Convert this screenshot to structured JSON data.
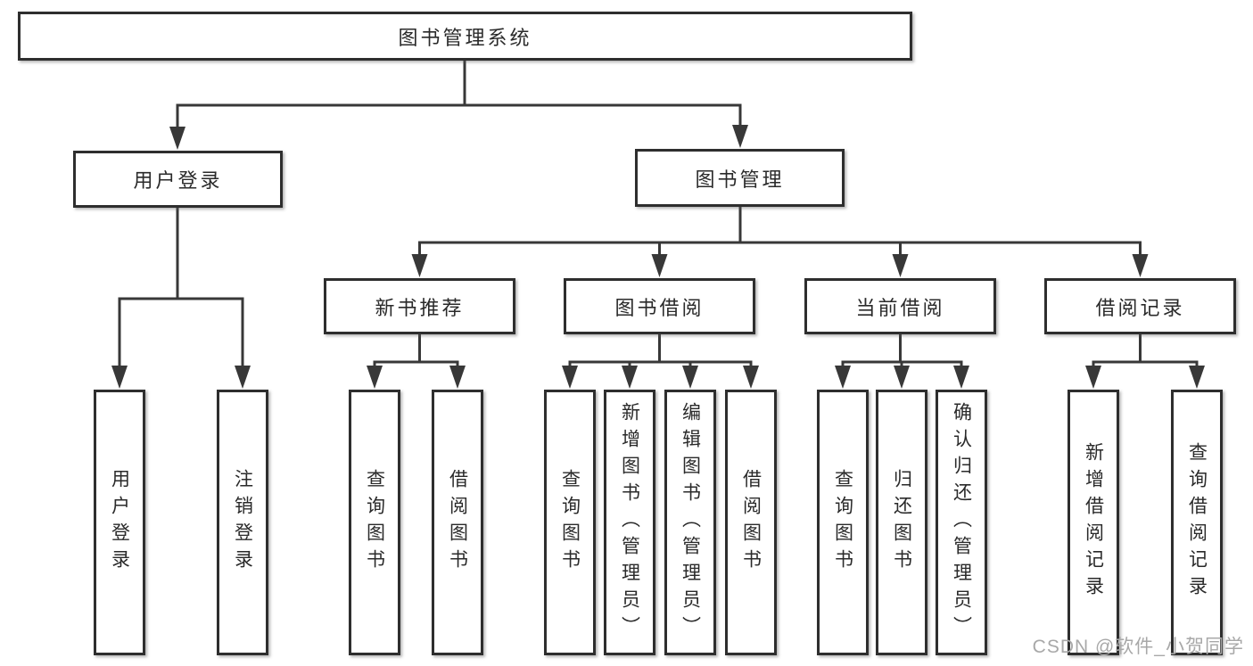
{
  "diagram": {
    "root": {
      "label": "图书管理系统"
    },
    "level2": {
      "user_login": {
        "label": "用户登录"
      },
      "book_management": {
        "label": "图书管理"
      }
    },
    "level3": {
      "new_book_recommendation": {
        "label": "新书推荐"
      },
      "book_borrowing": {
        "label": "图书借阅"
      },
      "current_borrowing": {
        "label": "当前借阅"
      },
      "borrowing_records": {
        "label": "借阅记录"
      }
    },
    "level4": {
      "user_login_children": [
        "用户登录",
        "注销登录"
      ],
      "new_book_recommendation_children": [
        "查询图书",
        "借阅图书"
      ],
      "book_borrowing_children": [
        "查询图书",
        "新增图书（管理员）",
        "编辑图书（管理员）",
        "借阅图书"
      ],
      "current_borrowing_children": [
        "查询图书",
        "归还图书",
        "确认归还（管理员）"
      ],
      "borrowing_records_children": [
        "新增借阅记录",
        "查询借阅记录"
      ]
    }
  },
  "watermark": "CSDN @软件_小贺同学",
  "colors": {
    "line": "#383838",
    "box_border": "#2e2e2e",
    "text": "#2a2a2a",
    "watermark": "#a8a8a8",
    "background": "#ffffff"
  }
}
